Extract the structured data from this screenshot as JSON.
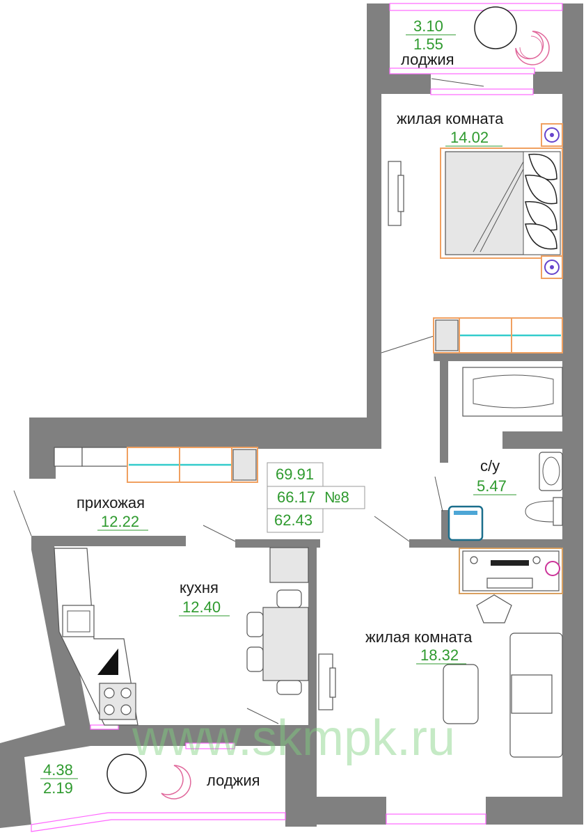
{
  "apartment": {
    "number": "№8",
    "total_area": "69.91",
    "living_area": "66.17",
    "area_no_balcony": "62.43"
  },
  "rooms": {
    "loggia_top": {
      "name": "лоджия",
      "area": "3.10",
      "area_reduced": "1.55"
    },
    "bedroom": {
      "name": "жилая комната",
      "area": "14.02"
    },
    "hallway": {
      "name": "прихожая",
      "area": "12.22"
    },
    "bathroom": {
      "name": "с/у",
      "area": "5.47"
    },
    "kitchen": {
      "name": "кухня",
      "area": "12.40"
    },
    "living_room": {
      "name": "жилая комната",
      "area": "18.32"
    },
    "loggia_bottom": {
      "name": "лоджия",
      "area": "4.38",
      "area_reduced": "2.19"
    }
  },
  "watermark": "www.skmpk.ru",
  "colors": {
    "wall": "#808080",
    "area_text": "#2e9a2e",
    "window": "#ff66ff",
    "wardrobe": "#f0a060",
    "watermark": "#7fd27f"
  }
}
